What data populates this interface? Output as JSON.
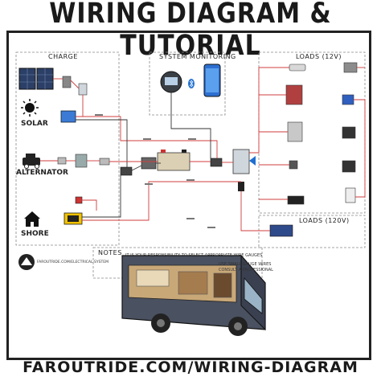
{
  "header": {
    "title": "WIRING DIAGRAM & TUTORIAL"
  },
  "footer": {
    "url": "FAROUTRIDE.COM/WIRING-DIAGRAM"
  },
  "sections": {
    "charge": "CHARGE",
    "system_monitoring": "SYSTEM MONITORING",
    "loads_12v": "LOADS (12V)",
    "loads_120v": "LOADS (120V)",
    "notes": "NOTES"
  },
  "sources": {
    "solar": "SOLAR",
    "alternator": "ALTERNATOR",
    "shore": "SHORE"
  },
  "brand": {
    "site": "FAROUTRIDE.COM/ELECTRICAL-SYSTEM"
  },
  "notes_text": {
    "line1": "IT IS YOUR RESPONSIBILITY TO SELECT APPROPRIATE WIRE GAUGES",
    "line2": "USE SMALL GAUGE WIRES",
    "line3": "CONSULT A PROFESSIONAL"
  },
  "colors": {
    "wire_red": "#d23c3c",
    "wire_black": "#333333",
    "bluetooth": "#1f6fd1",
    "battery_yellow": "#f2c200"
  },
  "icons": [
    "sun-icon",
    "house-icon",
    "bluetooth-icon",
    "van-illustration",
    "solar-panel-icon",
    "battery-icon",
    "phone-icon",
    "monitor-icon"
  ]
}
